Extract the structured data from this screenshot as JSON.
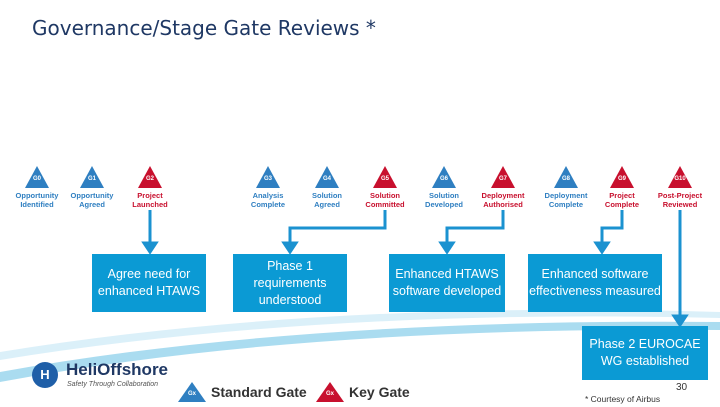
{
  "title": "Governance/Stage Gate Reviews *",
  "gates": [
    {
      "code": "G0",
      "label": "Opportunity\nIdentified",
      "type": "standard"
    },
    {
      "code": "G1",
      "label": "Opportunity\nAgreed",
      "type": "standard"
    },
    {
      "code": "G2",
      "label": "Project\nLaunched",
      "type": "key"
    },
    {
      "code": "G3",
      "label": "Analysis\nComplete",
      "type": "standard"
    },
    {
      "code": "G4",
      "label": "Solution\nAgreed",
      "type": "standard"
    },
    {
      "code": "G5",
      "label": "Solution\nCommitted",
      "type": "key"
    },
    {
      "code": "G6",
      "label": "Solution\nDeveloped",
      "type": "standard"
    },
    {
      "code": "G7",
      "label": "Deployment\nAuthorised",
      "type": "key"
    },
    {
      "code": "G8",
      "label": "Deployment\nComplete",
      "type": "standard"
    },
    {
      "code": "G9",
      "label": "Project\nComplete",
      "type": "key"
    },
    {
      "code": "G10",
      "label": "Post-Project\nReviewed",
      "type": "key"
    }
  ],
  "milestones": [
    "Agree need for enhanced HTAWS",
    "Phase 1 requirements understood",
    "Enhanced HTAWS software developed",
    "Enhanced software effectiveness measured",
    "Phase 2 EUROCAE WG established"
  ],
  "legend": {
    "standard_label": "Standard Gate",
    "standard_code": "Gx",
    "key_label": "Key Gate",
    "key_code": "Gx"
  },
  "logo": {
    "name": "HeliOffshore",
    "tagline": "Safety Through Collaboration",
    "mark": "H"
  },
  "page_number": "30",
  "courtesy": "* Courtesy of Airbus",
  "colors": {
    "title": "#1f3864",
    "standard_gate": "#2f7fc1",
    "key_gate": "#c8102e",
    "milestone_box": "#0b9ad4",
    "swoosh": "#0b9ad4"
  }
}
